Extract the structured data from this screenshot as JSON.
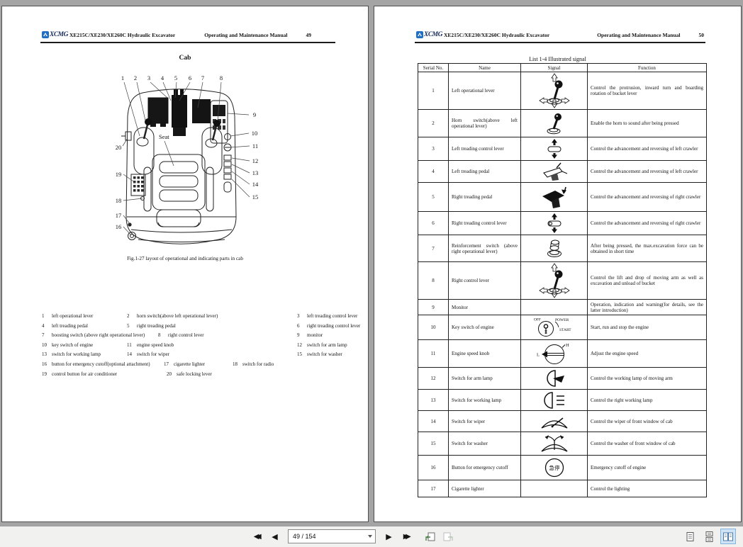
{
  "window": {
    "toolbar": {
      "page_display": "49 / 154",
      "nav_icons": {
        "first": "first-page-icon",
        "prev": "previous-page-icon",
        "next": "next-page-icon",
        "last": "last-page-icon",
        "prev_view": "previous-view-icon",
        "next_view": "next-view-icon",
        "dropdown": "dropdown-arrow-icon"
      },
      "layout_icons": {
        "single": "single-page-layout-icon",
        "continuous": "continuous-scroll-layout-icon",
        "facing": "facing-pages-layout-icon"
      },
      "active_layout": "facing"
    }
  },
  "left_page": {
    "header": {
      "logo_icon": "xcmg-logo-icon",
      "brand": "XCMG",
      "title": "XE215C/XE230/XE260C Hydraulic Excavator",
      "manual": "Operating and Maintenance Manual",
      "page_no": "49"
    },
    "heading": "Cab",
    "figure": {
      "seat_label": "Seat",
      "caption": "Fig.1-27 layout of operational and indicating parts in cab",
      "callouts": [
        "1",
        "2",
        "3",
        "4",
        "5",
        "6",
        "7",
        "8",
        "9",
        "10",
        "11",
        "12",
        "13",
        "14",
        "15",
        "16",
        "17",
        "18",
        "19",
        "20"
      ]
    },
    "legend_rows": [
      [
        [
          "1",
          "left operational lever"
        ],
        [
          "2",
          "horn switch(above left operational lever)"
        ],
        [
          "3",
          "left treading control lever"
        ]
      ],
      [
        [
          "4",
          "left treading pedal"
        ],
        [
          "5",
          "right treading pedal"
        ],
        [
          "6",
          "right treading control lever"
        ]
      ],
      [
        [
          "7",
          "boosting switch (above right operational lever)"
        ],
        [
          "8",
          "right control lever"
        ],
        [
          "9",
          "monitor"
        ]
      ],
      [
        [
          "10",
          "key switch of engine"
        ],
        [
          "11",
          "engine speed knob"
        ],
        [
          "12",
          "switch for arm lamp"
        ]
      ],
      [
        [
          "13",
          "switch for working lamp"
        ],
        [
          "14",
          "switch for wiper"
        ],
        [
          "15",
          "switch for washer"
        ]
      ],
      [
        [
          "16",
          "button for emergency cutoff(optional attachment)"
        ],
        [
          "17",
          "cigarette lighter"
        ],
        [
          "18",
          "switch for radio"
        ]
      ],
      [
        [
          "19",
          "control button for air conditioner"
        ],
        [
          "20",
          "safe locking lever"
        ]
      ]
    ]
  },
  "right_page": {
    "header": {
      "logo_icon": "xcmg-logo-icon",
      "brand": "XCMG",
      "title": "XE215C/XE230/XE260C Hydraulic Excavator",
      "manual": "Operating and Maintenance Manual",
      "page_no": "50"
    },
    "table_title": "List 1-4 Illustrated signal",
    "table": {
      "headers": [
        "Serial No.",
        "Name",
        "Signal",
        "Function"
      ],
      "rows": [
        {
          "no": "1",
          "name": "Left operational lever",
          "signal_icon": "joystick-four-way-icon",
          "signal_labels": [],
          "func": "Control the protrusion, inward turn and boarding rotation of bucket lever"
        },
        {
          "no": "2",
          "name": "Horn switch(above left operational lever)",
          "signal_icon": "joystick-icon",
          "signal_labels": [],
          "func": "Enable the horn to sound after being pressed"
        },
        {
          "no": "3",
          "name": "Left treading control lever",
          "signal_icon": "lever-up-down-icon",
          "signal_labels": [],
          "func": "Control the advancement and reversing of left crawler"
        },
        {
          "no": "4",
          "name": "Left treading pedal",
          "signal_icon": "pedal-left-icon",
          "signal_labels": [],
          "func": "Control the advancement and reversing of left crawler"
        },
        {
          "no": "5",
          "name": "Right treading pedal",
          "signal_icon": "pedal-right-icon",
          "signal_labels": [],
          "func": "Control the advancement and reversing of right crawler"
        },
        {
          "no": "6",
          "name": "Right treading control lever",
          "signal_icon": "lever-up-down-knob-icon",
          "signal_labels": [],
          "func": "Control the advancement and reversing of right crawler"
        },
        {
          "no": "7",
          "name": "Reinforcement switch (above right operational lever)",
          "signal_icon": "push-button-icon",
          "signal_labels": [],
          "func": "After being pressed, the max.excavation force can be obtained in short time"
        },
        {
          "no": "8",
          "name": "Right control lever",
          "signal_icon": "joystick-four-way-icon",
          "signal_labels": [],
          "func": "Control the lift and drop of moving arm as well as excavation and unload of bucket"
        },
        {
          "no": "9",
          "name": "Monitor",
          "signal_icon": "",
          "signal_labels": [],
          "func": "Operation, indication and warning(for details, see the latter introduction)"
        },
        {
          "no": "10",
          "name": "Key switch of engine",
          "signal_icon": "key-switch-icon",
          "signal_labels": [
            "OFF",
            "POWER",
            "START"
          ],
          "func": "Start, run and stop the engine"
        },
        {
          "no": "11",
          "name": "Engine speed knob",
          "signal_icon": "speed-knob-icon",
          "signal_labels": [
            "L",
            "H"
          ],
          "func": "Adjust the engine speed"
        },
        {
          "no": "12",
          "name": "Switch for arm lamp",
          "signal_icon": "arm-lamp-icon",
          "signal_labels": [],
          "func": "Control the working lamp of moving arm"
        },
        {
          "no": "13",
          "name": "Switch for working lamp",
          "signal_icon": "working-lamp-icon",
          "signal_labels": [],
          "func": "Control the right working lamp"
        },
        {
          "no": "14",
          "name": "Switch for wiper",
          "signal_icon": "wiper-icon",
          "signal_labels": [],
          "func": "Control the wiper of front window of cab"
        },
        {
          "no": "15",
          "name": "Switch for washer",
          "signal_icon": "washer-icon",
          "signal_labels": [],
          "func": "Control the washer of front window of cab"
        },
        {
          "no": "16",
          "name": "Button for emergency cutoff",
          "signal_icon": "emergency-stop-icon",
          "signal_labels": [
            "急停"
          ],
          "func": "Emergency cutoff of engine"
        },
        {
          "no": "17",
          "name": "Cigarette lighter",
          "signal_icon": "",
          "signal_labels": [],
          "func": "Control the lighting"
        }
      ]
    }
  }
}
